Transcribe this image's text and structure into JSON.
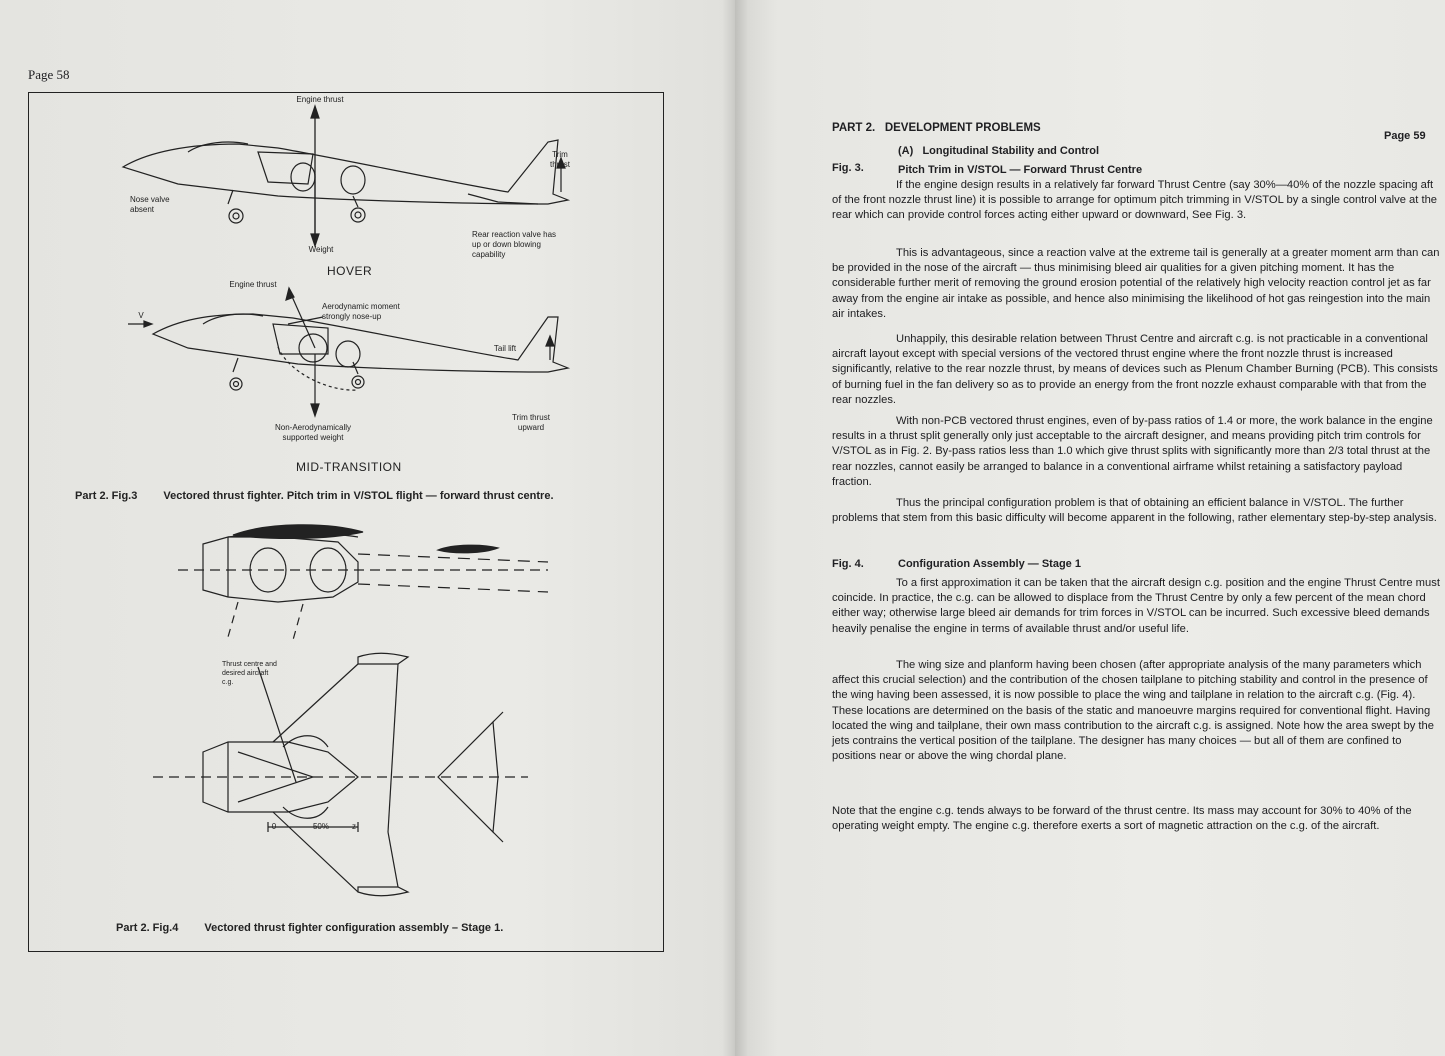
{
  "left_page": {
    "page_number": "Page 58",
    "fig3": {
      "labels": {
        "engine_thrust_top": "Engine thrust",
        "trim_thrust": "Trim thrust",
        "nose_valve": "Nose valve absent",
        "weight": "Weight",
        "rear_valve": "Rear reaction valve has up or down blowing capability",
        "hover": "HOVER",
        "engine_thrust_mid": "Engine thrust",
        "aero_moment": "Aerodynamic moment strongly nose-up",
        "v_label": "V",
        "tail_lift": "Tail lift",
        "non_aero": "Non-Aerodynamically supported weight",
        "trim_upward": "Trim thrust upward",
        "mid_transition": "MID-TRANSITION"
      },
      "caption_fig": "Part 2.  Fig.3",
      "caption_text": "Vectored thrust fighter.  Pitch trim in V/STOL flight — forward thrust centre."
    },
    "fig4": {
      "labels": {
        "thrust_centre": "Thrust centre and desired aircraft c.g.",
        "zero": "0",
        "pct": "50%",
        "z": "z"
      },
      "caption_fig": "Part 2.  Fig.4",
      "caption_text": "Vectored thrust fighter configuration assembly – Stage 1."
    }
  },
  "right_page": {
    "part_heading": "PART 2.   DEVELOPMENT PROBLEMS",
    "page_number": "Page 59",
    "sub_heading": "(A)   Longitudinal Stability and Control",
    "fig3_ref": "Fig. 3.",
    "fig3_title": "Pitch Trim in V/STOL — Forward Thrust Centre",
    "paragraphs_a": [
      "If the engine design results in a relatively far forward Thrust Centre (say 30%—40% of the nozzle spacing aft of the front nozzle thrust line) it is possible to arrange for optimum pitch trimming in V/STOL by a single control valve at the rear which can provide control forces acting either upward or downward, See Fig. 3.",
      "This is advantageous, since a reaction valve at the extreme tail is generally at a greater moment arm than can be provided in the nose of the aircraft — thus minimising bleed air qualities for a given pitching moment.  It has the considerable further merit of removing the ground erosion potential of the relatively high velocity reaction control jet as far away from the engine air intake as possible, and hence also minimising the likelihood of hot gas reingestion into the main air intakes.",
      "Unhappily, this desirable relation between Thrust Centre and aircraft c.g. is not practicable in a conventional aircraft layout except with special versions of the vectored thrust engine where the front nozzle thrust is increased significantly, relative to the rear nozzle thrust, by means of devices such as Plenum Chamber Burning (PCB).  This consists of burning fuel in the fan delivery so as to provide an energy from the front nozzle exhaust comparable with that from the rear nozzles.",
      "With non-PCB vectored thrust engines, even of by-pass ratios of 1.4 or more, the work balance in the engine results in a thrust split generally only just acceptable to the aircraft designer, and means providing pitch trim controls for V/STOL as in Fig. 2.  By-pass ratios less than 1.0 which give thrust splits with significantly more than 2/3 total thrust at the rear nozzles, cannot easily be arranged to balance in a conventional airframe whilst retaining a satisfactory payload fraction.",
      "Thus the principal configuration problem is that of obtaining an efficient balance in V/STOL.  The further problems that stem from this basic difficulty will become apparent in the following, rather elementary step-by-step analysis."
    ],
    "fig4_ref": "Fig. 4.",
    "fig4_title": "Configuration Assembly — Stage 1",
    "paragraphs_b": [
      "To a first approximation it can be taken that the aircraft design c.g. position and the engine Thrust Centre must coincide.  In practice, the c.g. can be allowed to displace from the Thrust Centre by only a few percent of the mean chord either way;  otherwise large bleed air demands for trim forces in V/STOL can be incurred.  Such excessive bleed demands heavily penalise the engine in terms of available thrust and/or useful life.",
      "The wing size and planform having been chosen (after appropriate analysis of the many parameters which affect this crucial selection) and the contribution of the chosen tailplane to pitching stability and control in the presence of the wing having been assessed, it is now possible to place the wing and tailplane in relation to the aircraft c.g. (Fig. 4).  These locations are determined on the basis of the static and manoeuvre margins required for conventional flight.  Having located the wing and tailplane, their own mass contribution to the aircraft c.g. is assigned.  Note how the area swept by the jets contrains the vertical position of the tailplane.  The designer has many choices — but all of them are confined to positions near or above the wing chordal plane."
    ],
    "final_paragraph": "Note that the engine c.g. tends always to be forward of the thrust centre.  Its mass may account for 30% to 40% of the operating weight empty.  The engine c.g. therefore exerts a sort of magnetic attraction on the c.g. of the aircraft."
  }
}
